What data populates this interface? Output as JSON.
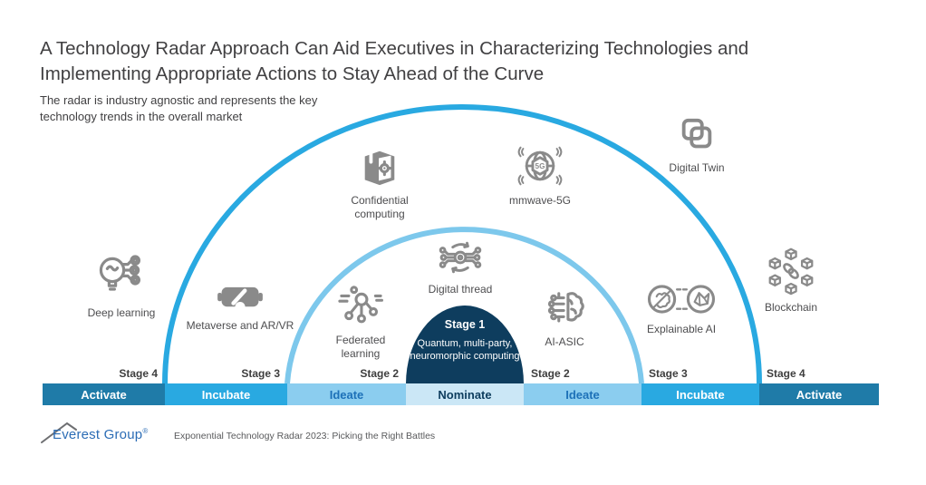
{
  "header": {
    "title": "A Technology Radar Approach Can Aid Executives in Characterizing Technologies and Implementing Appropriate Actions to Stay Ahead of the Curve",
    "subtitle": "The radar is industry agnostic and represents the key technology trends in the overall market"
  },
  "radar": {
    "center": {
      "stage_label": "Stage 1",
      "technologies": "Quantum, multi-party, neuromorphic computing"
    },
    "technologies": [
      {
        "name": "deep-learning",
        "label": "Deep learning",
        "stage": "Stage 4"
      },
      {
        "name": "metaverse-ar-vr",
        "label": "Metaverse and AR/VR",
        "stage": "Stage 3"
      },
      {
        "name": "federated-learning",
        "label": "Federated learning",
        "stage": "Stage 2"
      },
      {
        "name": "digital-thread",
        "label": "Digital thread",
        "stage": "Stage 2"
      },
      {
        "name": "confidential-computing",
        "label": "Confidential computing",
        "stage": "Stage 3"
      },
      {
        "name": "mmwave-5g",
        "label": "mmwave-5G",
        "stage": "Stage 3"
      },
      {
        "name": "digital-twin",
        "label": "Digital Twin",
        "stage": "Stage 4"
      },
      {
        "name": "ai-asic",
        "label": "AI-ASIC",
        "stage": "Stage 2"
      },
      {
        "name": "explainable-ai",
        "label": "Explainable AI",
        "stage": "Stage 3"
      },
      {
        "name": "blockchain",
        "label": "Blockchain",
        "stage": "Stage 4"
      }
    ]
  },
  "bar": {
    "segments": [
      {
        "stage": "Stage 4",
        "label": "Activate",
        "color": "#1F7BA8"
      },
      {
        "stage": "Stage 3",
        "label": "Incubate",
        "color": "#29A9E1"
      },
      {
        "stage": "Stage 2",
        "label": "Ideate",
        "color": "#8BCDEF"
      },
      {
        "stage": "",
        "label": "Nominate",
        "color": "#CBE7F6"
      },
      {
        "stage": "Stage 2",
        "label": "Ideate",
        "color": "#8BCDEF"
      },
      {
        "stage": "Stage 3",
        "label": "Incubate",
        "color": "#29A9E1"
      },
      {
        "stage": "Stage 4",
        "label": "Activate",
        "color": "#1F7BA8"
      }
    ]
  },
  "footer": {
    "brand": "Everest Group",
    "registered": "®",
    "caption": "Exponential Technology Radar 2023: Picking the Right Battles"
  },
  "colors": {
    "outer_arc": "#29A9E1",
    "middle_arc": "#7DC8EC",
    "stage1_dome": "#0E3D5E",
    "icon_gray": "#8A8A8A",
    "mmwave_5g_icon_text": "5G"
  }
}
